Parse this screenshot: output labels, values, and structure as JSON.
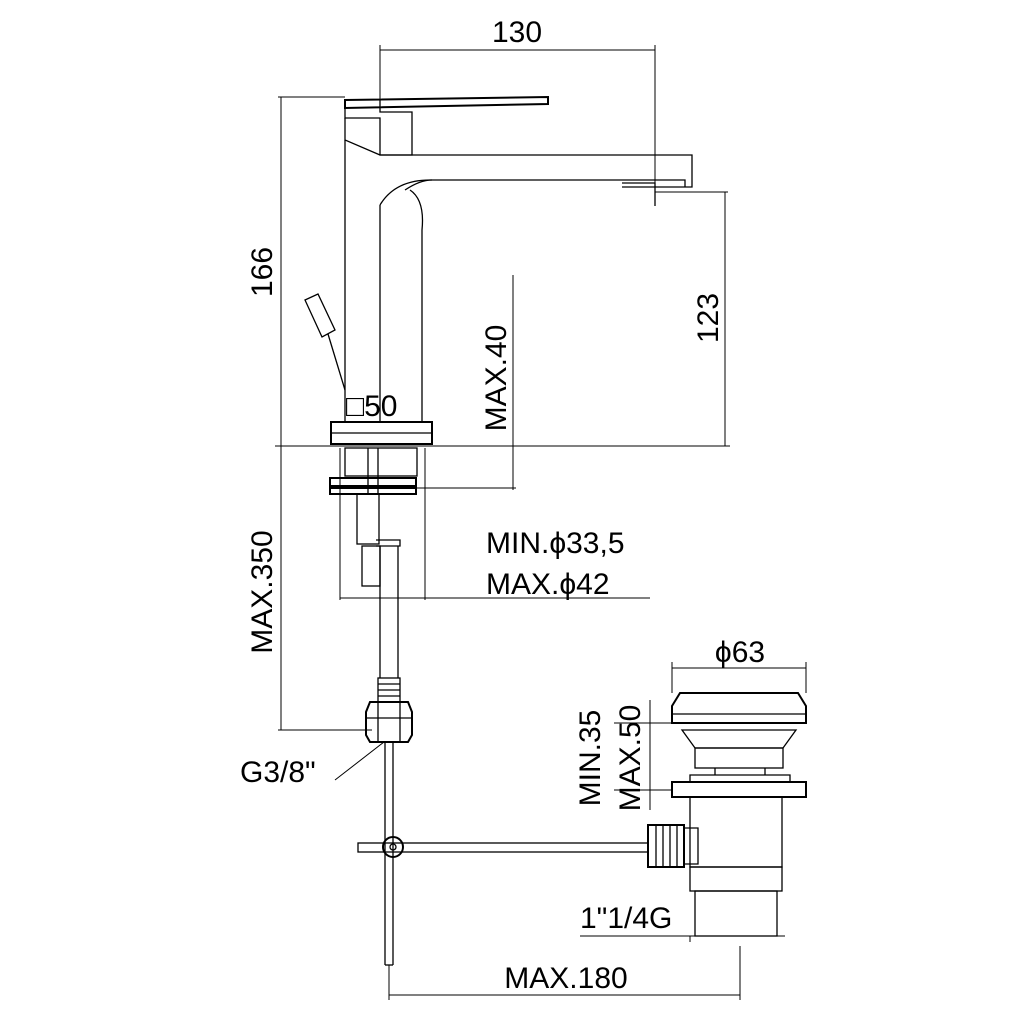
{
  "dimensions": {
    "spout_reach": "130",
    "total_height": "166",
    "spout_height": "123",
    "deck_thickness": "MAX.40",
    "base_size": "□50",
    "hose_length": "MAX.350",
    "hole_min": "MIN.ϕ33,5",
    "hole_max": "MAX.ϕ42",
    "hose_connection": "G3/8\"",
    "waste_diameter": "ϕ63",
    "waste_min": "MIN.35",
    "waste_max": "MAX.50",
    "waste_thread": "1\"1/4G",
    "rod_reach": "MAX.180"
  }
}
